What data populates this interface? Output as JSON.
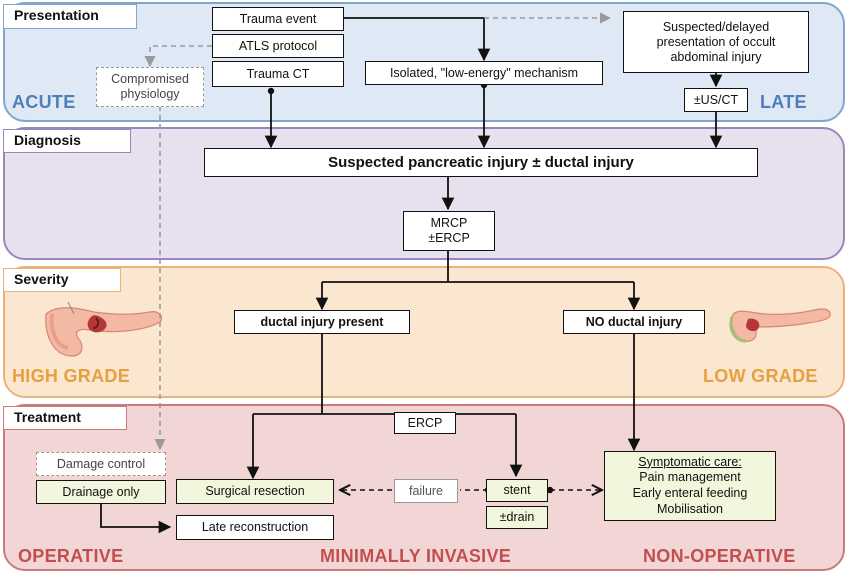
{
  "sections": {
    "presentation": "Presentation",
    "diagnosis": "Diagnosis",
    "severity": "Severity",
    "treatment": "Treatment"
  },
  "stages": {
    "acute": "ACUTE",
    "late": "LATE",
    "high_grade": "HIGH GRADE",
    "low_grade": "LOW GRADE",
    "operative": "OPERATIVE",
    "minimally_invasive": "MINIMALLY INVASIVE",
    "non_operative": "NON-OPERATIVE"
  },
  "nodes": {
    "trauma_event": "Trauma event",
    "atls": "ATLS protocol",
    "trauma_ct": "Trauma CT",
    "compromised": "Compromised physiology",
    "low_energy": "Isolated, \"low-energy\" mechanism",
    "suspected_delayed": "Suspected/delayed presentation of occult abdominal injury",
    "us_ct": "±US/CT",
    "suspected_pancreatic": "Suspected pancreatic injury ± ductal injury",
    "mrcp": "MRCP",
    "ercp_opt": "±ERCP",
    "ductal_present": "ductal injury present",
    "no_ductal": "NO ductal injury",
    "ercp": "ERCP",
    "damage_control": "Damage control",
    "drainage_only": "Drainage only",
    "surgical_resection": "Surgical resection",
    "failure": "failure",
    "stent": "stent",
    "drain": "±drain",
    "late_reconstruction": "Late reconstruction",
    "symptomatic_title": "Symptomatic care:",
    "pain": "Pain management",
    "feeding": "Early enteral feeding",
    "mobilisation": "Mobilisation"
  },
  "colors": {
    "presentation_fill": "#dfe9f5",
    "presentation_border": "#7ea6cf",
    "diagnosis_fill": "#e7e1ef",
    "diagnosis_border": "#9b86bb",
    "severity_fill": "#fbe6cf",
    "severity_border": "#eab37a",
    "treatment_fill": "#f2d6d6",
    "treatment_border": "#c97b7b",
    "blue_text": "#4f7eb8",
    "orange_text": "#e8a03e",
    "red_text": "#c24e4e"
  }
}
